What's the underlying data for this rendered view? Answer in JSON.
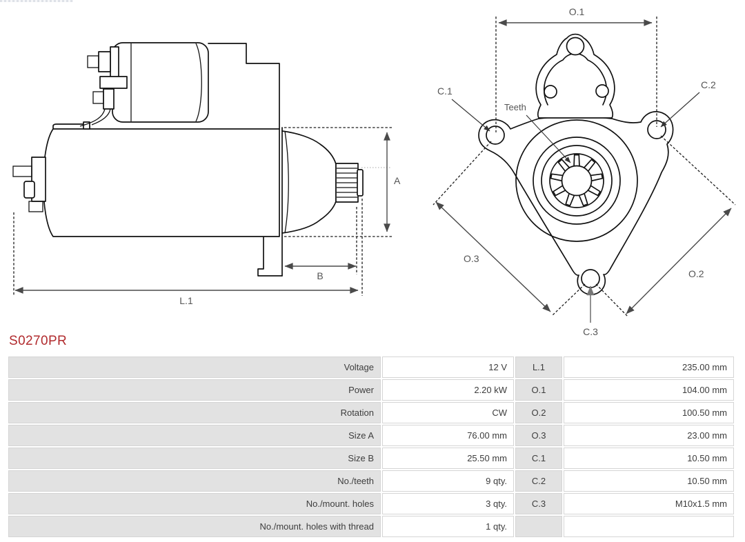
{
  "page": {
    "part_number": "S0270PR"
  },
  "colors": {
    "part_number_red": "#b12b2e",
    "table_row_bg": "#e2e2e2",
    "table_border": "#d5d5d5",
    "table_text": "#3d3d3d",
    "drawing_line": "#111111",
    "dimension_line": "#4a4a4a"
  },
  "side_view": {
    "label_a": "A",
    "label_b": "B",
    "label_l1": "L.1"
  },
  "front_view": {
    "label_o1": "O.1",
    "label_o2": "O.2",
    "label_o3": "O.3",
    "label_c1": "C.1",
    "label_c2": "C.2",
    "label_c3": "C.3",
    "label_teeth": "Teeth"
  },
  "table": {
    "rows": [
      {
        "label": "Voltage",
        "value": "12 V",
        "dim": "L.1",
        "dim_value": "235.00 mm"
      },
      {
        "label": "Power",
        "value": "2.20 kW",
        "dim": "O.1",
        "dim_value": "104.00 mm"
      },
      {
        "label": "Rotation",
        "value": "CW",
        "dim": "O.2",
        "dim_value": "100.50 mm"
      },
      {
        "label": "Size A",
        "value": "76.00 mm",
        "dim": "O.3",
        "dim_value": "23.00 mm"
      },
      {
        "label": "Size B",
        "value": "25.50 mm",
        "dim": "C.1",
        "dim_value": "10.50 mm"
      },
      {
        "label": "No./teeth",
        "value": "9 qty.",
        "dim": "C.2",
        "dim_value": "10.50 mm"
      },
      {
        "label": "No./mount. holes",
        "value": "3 qty.",
        "dim": "C.3",
        "dim_value": "M10x1.5 mm"
      },
      {
        "label": "No./mount. holes with thread",
        "value": "1 qty.",
        "dim": "",
        "dim_value": ""
      }
    ]
  }
}
